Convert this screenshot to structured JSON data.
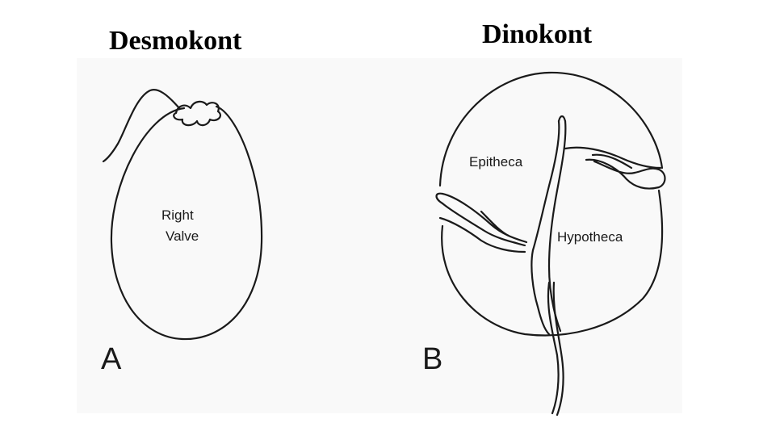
{
  "titles": {
    "left": "Desmokont",
    "right": "Dinokont"
  },
  "panels": {
    "a": {
      "letter": "A",
      "label_line1": "Right",
      "label_line2": "Valve"
    },
    "b": {
      "letter": "B",
      "epitheca": "Epitheca",
      "hypotheca": "Hypotheca"
    }
  },
  "colors": {
    "line": "#1a1a1a",
    "background": "#ffffff",
    "panel": "#f9f9f9"
  }
}
